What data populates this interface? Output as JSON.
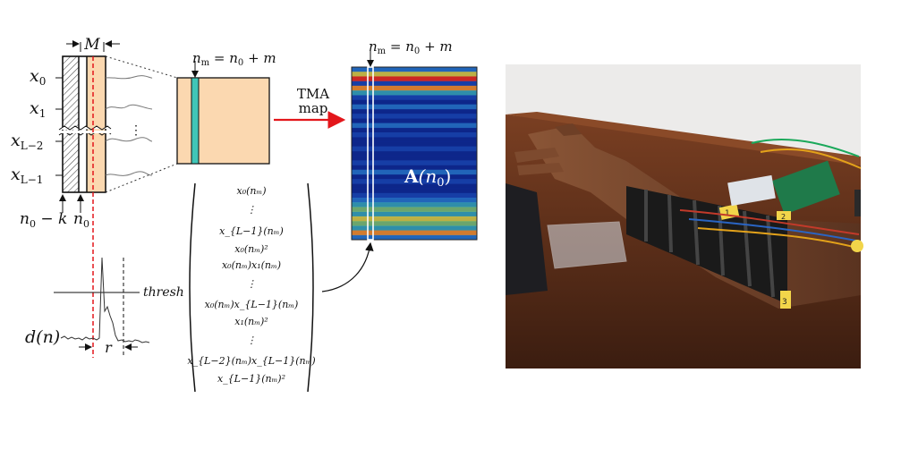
{
  "diagram": {
    "window_label": "M",
    "signals": [
      "x",
      "x",
      "x",
      "x"
    ],
    "signal_subs": [
      "0",
      "1",
      "L−2",
      "L−1"
    ],
    "vdots": "⋮",
    "index_marks": [
      "n",
      "n"
    ],
    "index_subs": [
      "0",
      "0"
    ],
    "index_minus_k": " − k",
    "nm_label_main": "n",
    "nm_label_sub": "m",
    "nm_label_eq": " = n",
    "nm_label_sub0": "0",
    "nm_label_plus": " + m",
    "tma_label_line1": "TMA",
    "tma_label_line2": "map",
    "matrix_label_bold": "A",
    "matrix_label_arg": "(n",
    "matrix_label_sub": "0",
    "matrix_label_close": ")",
    "thresh_label": "thresh",
    "signal_d_label": "d(n)",
    "r_label": "r",
    "vector_entries": [
      "x₀(nₘ)",
      "⋮",
      "x_{L−1}(nₘ)",
      "x₀(nₘ)²",
      "x₀(nₘ)x₁(nₘ)",
      "⋮",
      "x₀(nₘ)x_{L−1}(nₘ)",
      "x₁(nₘ)²",
      "⋮",
      "x_{L−2}(nₘ)x_{L−1}(nₘ)",
      "x_{L−1}(nₘ)²"
    ]
  },
  "colors": {
    "window_fill": "#fbd8b0",
    "highlight_column": "#40c6b8",
    "arrow_red": "#e3161b",
    "heatmap_base": "#0a1e78",
    "hatch": "#555555"
  },
  "photo": {
    "subject": "arm-with-wearable-sensor-band",
    "bands": [
      "1",
      "2",
      "3"
    ]
  }
}
